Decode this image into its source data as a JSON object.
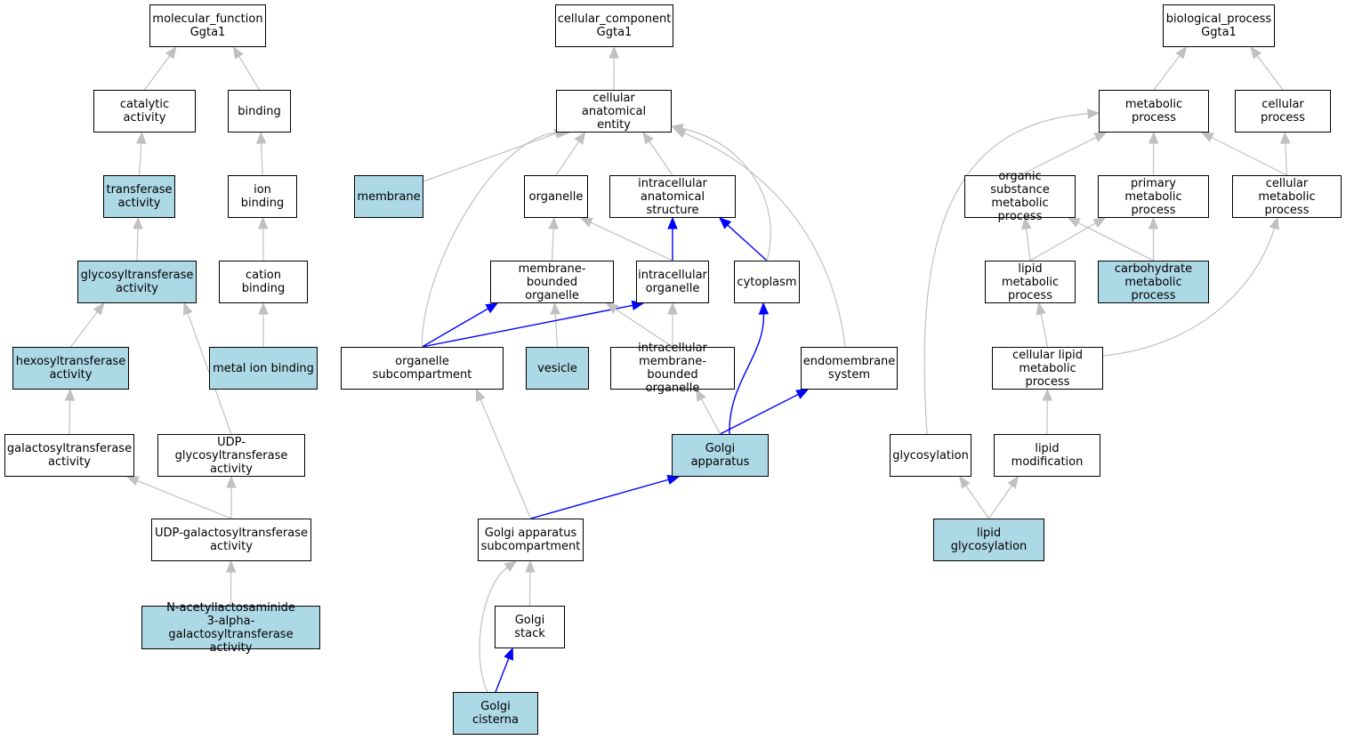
{
  "colors": {
    "highlight_fill": "#add8e6",
    "default_fill": "#ffffff",
    "edge_default": "#c0c0c0",
    "edge_path": "#0000ff"
  },
  "nodes": {
    "mf_root": {
      "label": "molecular_function\nGgta1",
      "highlighted": false
    },
    "catalytic_activity": {
      "label": "catalytic activity",
      "highlighted": false
    },
    "binding": {
      "label": "binding",
      "highlighted": false
    },
    "transferase_activity": {
      "label": "transferase\nactivity",
      "highlighted": true
    },
    "ion_binding": {
      "label": "ion binding",
      "highlighted": false
    },
    "glycosyltransferase_activity": {
      "label": "glycosyltransferase\nactivity",
      "highlighted": true
    },
    "cation_binding": {
      "label": "cation binding",
      "highlighted": false
    },
    "hexosyltransferase_activity": {
      "label": "hexosyltransferase\nactivity",
      "highlighted": true
    },
    "metal_ion_binding": {
      "label": "metal ion binding",
      "highlighted": true
    },
    "galactosyltransferase_activity": {
      "label": "galactosyltransferase\nactivity",
      "highlighted": false
    },
    "udp_glycosyltransferase_activity": {
      "label": "UDP-glycosyltransferase\nactivity",
      "highlighted": false
    },
    "udp_galactosyltransferase_activity": {
      "label": "UDP-galactosyltransferase\nactivity",
      "highlighted": false
    },
    "n_acetyllactosaminide": {
      "label": "N-acetyllactosaminide\n3-alpha-galactosyltransferase\nactivity",
      "highlighted": true
    },
    "cc_root": {
      "label": "cellular_component\nGgta1",
      "highlighted": false
    },
    "cellular_anatomical_entity": {
      "label": "cellular anatomical\nentity",
      "highlighted": false
    },
    "membrane": {
      "label": "membrane",
      "highlighted": true
    },
    "organelle": {
      "label": "organelle",
      "highlighted": false
    },
    "intracellular_anatomical_structure": {
      "label": "intracellular\nanatomical structure",
      "highlighted": false
    },
    "membrane_bounded_organelle": {
      "label": "membrane-bounded\norganelle",
      "highlighted": false
    },
    "intracellular_organelle": {
      "label": "intracellular\norganelle",
      "highlighted": false
    },
    "cytoplasm": {
      "label": "cytoplasm",
      "highlighted": false
    },
    "organelle_subcompartment": {
      "label": "organelle subcompartment",
      "highlighted": false
    },
    "vesicle": {
      "label": "vesicle",
      "highlighted": true
    },
    "intracellular_mb_organelle": {
      "label": "intracellular\nmembrane-bounded\norganelle",
      "highlighted": false
    },
    "endomembrane_system": {
      "label": "endomembrane\nsystem",
      "highlighted": false
    },
    "golgi_apparatus": {
      "label": "Golgi apparatus",
      "highlighted": true
    },
    "golgi_subcompartment": {
      "label": "Golgi apparatus\nsubcompartment",
      "highlighted": false
    },
    "golgi_stack": {
      "label": "Golgi stack",
      "highlighted": false
    },
    "golgi_cisterna": {
      "label": "Golgi cisterna",
      "highlighted": true
    },
    "bp_root": {
      "label": "biological_process\nGgta1",
      "highlighted": false
    },
    "metabolic_process": {
      "label": "metabolic process",
      "highlighted": false
    },
    "cellular_process": {
      "label": "cellular process",
      "highlighted": false
    },
    "organic_substance_metabolic": {
      "label": "organic substance\nmetabolic process",
      "highlighted": false
    },
    "primary_metabolic": {
      "label": "primary metabolic\nprocess",
      "highlighted": false
    },
    "cellular_metabolic": {
      "label": "cellular metabolic\nprocess",
      "highlighted": false
    },
    "lipid_metabolic": {
      "label": "lipid metabolic\nprocess",
      "highlighted": false
    },
    "carbohydrate_metabolic": {
      "label": "carbohydrate\nmetabolic process",
      "highlighted": true
    },
    "cellular_lipid_metabolic": {
      "label": "cellular lipid\nmetabolic process",
      "highlighted": false
    },
    "glycosylation": {
      "label": "glycosylation",
      "highlighted": false
    },
    "lipid_modification": {
      "label": "lipid modification",
      "highlighted": false
    },
    "lipid_glycosylation": {
      "label": "lipid glycosylation",
      "highlighted": true
    }
  },
  "edges": [
    {
      "from": "catalytic_activity",
      "to": "mf_root",
      "path": false
    },
    {
      "from": "binding",
      "to": "mf_root",
      "path": false
    },
    {
      "from": "transferase_activity",
      "to": "catalytic_activity",
      "path": false
    },
    {
      "from": "ion_binding",
      "to": "binding",
      "path": false
    },
    {
      "from": "glycosyltransferase_activity",
      "to": "transferase_activity",
      "path": false
    },
    {
      "from": "cation_binding",
      "to": "ion_binding",
      "path": false
    },
    {
      "from": "hexosyltransferase_activity",
      "to": "glycosyltransferase_activity",
      "path": false
    },
    {
      "from": "metal_ion_binding",
      "to": "cation_binding",
      "path": false
    },
    {
      "from": "galactosyltransferase_activity",
      "to": "hexosyltransferase_activity",
      "path": false
    },
    {
      "from": "udp_glycosyltransferase_activity",
      "to": "glycosyltransferase_activity",
      "path": false
    },
    {
      "from": "udp_galactosyltransferase_activity",
      "to": "galactosyltransferase_activity",
      "path": false
    },
    {
      "from": "udp_galactosyltransferase_activity",
      "to": "udp_glycosyltransferase_activity",
      "path": false
    },
    {
      "from": "n_acetyllactosaminide",
      "to": "udp_galactosyltransferase_activity",
      "path": false
    },
    {
      "from": "cellular_anatomical_entity",
      "to": "cc_root",
      "path": false
    },
    {
      "from": "membrane",
      "to": "cellular_anatomical_entity",
      "path": false
    },
    {
      "from": "organelle",
      "to": "cellular_anatomical_entity",
      "path": false
    },
    {
      "from": "intracellular_anatomical_structure",
      "to": "cellular_anatomical_entity",
      "path": false
    },
    {
      "from": "organelle_subcompartment",
      "to": "cellular_anatomical_entity",
      "path": false
    },
    {
      "from": "cytoplasm",
      "to": "cellular_anatomical_entity",
      "path": false
    },
    {
      "from": "endomembrane_system",
      "to": "cellular_anatomical_entity",
      "path": false
    },
    {
      "from": "membrane_bounded_organelle",
      "to": "organelle",
      "path": false
    },
    {
      "from": "intracellular_organelle",
      "to": "organelle",
      "path": false
    },
    {
      "from": "intracellular_organelle",
      "to": "intracellular_anatomical_structure",
      "path": true
    },
    {
      "from": "cytoplasm",
      "to": "intracellular_anatomical_structure",
      "path": true
    },
    {
      "from": "organelle_subcompartment",
      "to": "membrane_bounded_organelle",
      "path": true
    },
    {
      "from": "organelle_subcompartment",
      "to": "intracellular_organelle",
      "path": true
    },
    {
      "from": "vesicle",
      "to": "membrane_bounded_organelle",
      "path": false
    },
    {
      "from": "intracellular_mb_organelle",
      "to": "membrane_bounded_organelle",
      "path": false
    },
    {
      "from": "intracellular_mb_organelle",
      "to": "intracellular_organelle",
      "path": false
    },
    {
      "from": "golgi_apparatus",
      "to": "intracellular_mb_organelle",
      "path": false
    },
    {
      "from": "golgi_apparatus",
      "to": "cytoplasm",
      "path": true
    },
    {
      "from": "golgi_apparatus",
      "to": "endomembrane_system",
      "path": true
    },
    {
      "from": "golgi_subcompartment",
      "to": "organelle_subcompartment",
      "path": false
    },
    {
      "from": "golgi_subcompartment",
      "to": "golgi_apparatus",
      "path": true
    },
    {
      "from": "golgi_stack",
      "to": "golgi_subcompartment",
      "path": false
    },
    {
      "from": "golgi_cisterna",
      "to": "golgi_subcompartment",
      "path": false
    },
    {
      "from": "golgi_cisterna",
      "to": "golgi_stack",
      "path": true
    },
    {
      "from": "metabolic_process",
      "to": "bp_root",
      "path": false
    },
    {
      "from": "cellular_process",
      "to": "bp_root",
      "path": false
    },
    {
      "from": "organic_substance_metabolic",
      "to": "metabolic_process",
      "path": false
    },
    {
      "from": "primary_metabolic",
      "to": "metabolic_process",
      "path": false
    },
    {
      "from": "cellular_metabolic",
      "to": "metabolic_process",
      "path": false
    },
    {
      "from": "cellular_metabolic",
      "to": "cellular_process",
      "path": false
    },
    {
      "from": "glycosylation",
      "to": "metabolic_process",
      "path": false
    },
    {
      "from": "lipid_metabolic",
      "to": "organic_substance_metabolic",
      "path": false
    },
    {
      "from": "lipid_metabolic",
      "to": "primary_metabolic",
      "path": false
    },
    {
      "from": "carbohydrate_metabolic",
      "to": "organic_substance_metabolic",
      "path": false
    },
    {
      "from": "carbohydrate_metabolic",
      "to": "primary_metabolic",
      "path": false
    },
    {
      "from": "cellular_lipid_metabolic",
      "to": "lipid_metabolic",
      "path": false
    },
    {
      "from": "cellular_lipid_metabolic",
      "to": "cellular_metabolic",
      "path": false
    },
    {
      "from": "lipid_modification",
      "to": "cellular_lipid_metabolic",
      "path": false
    },
    {
      "from": "lipid_glycosylation",
      "to": "glycosylation",
      "path": false
    },
    {
      "from": "lipid_glycosylation",
      "to": "lipid_modification",
      "path": false
    }
  ]
}
